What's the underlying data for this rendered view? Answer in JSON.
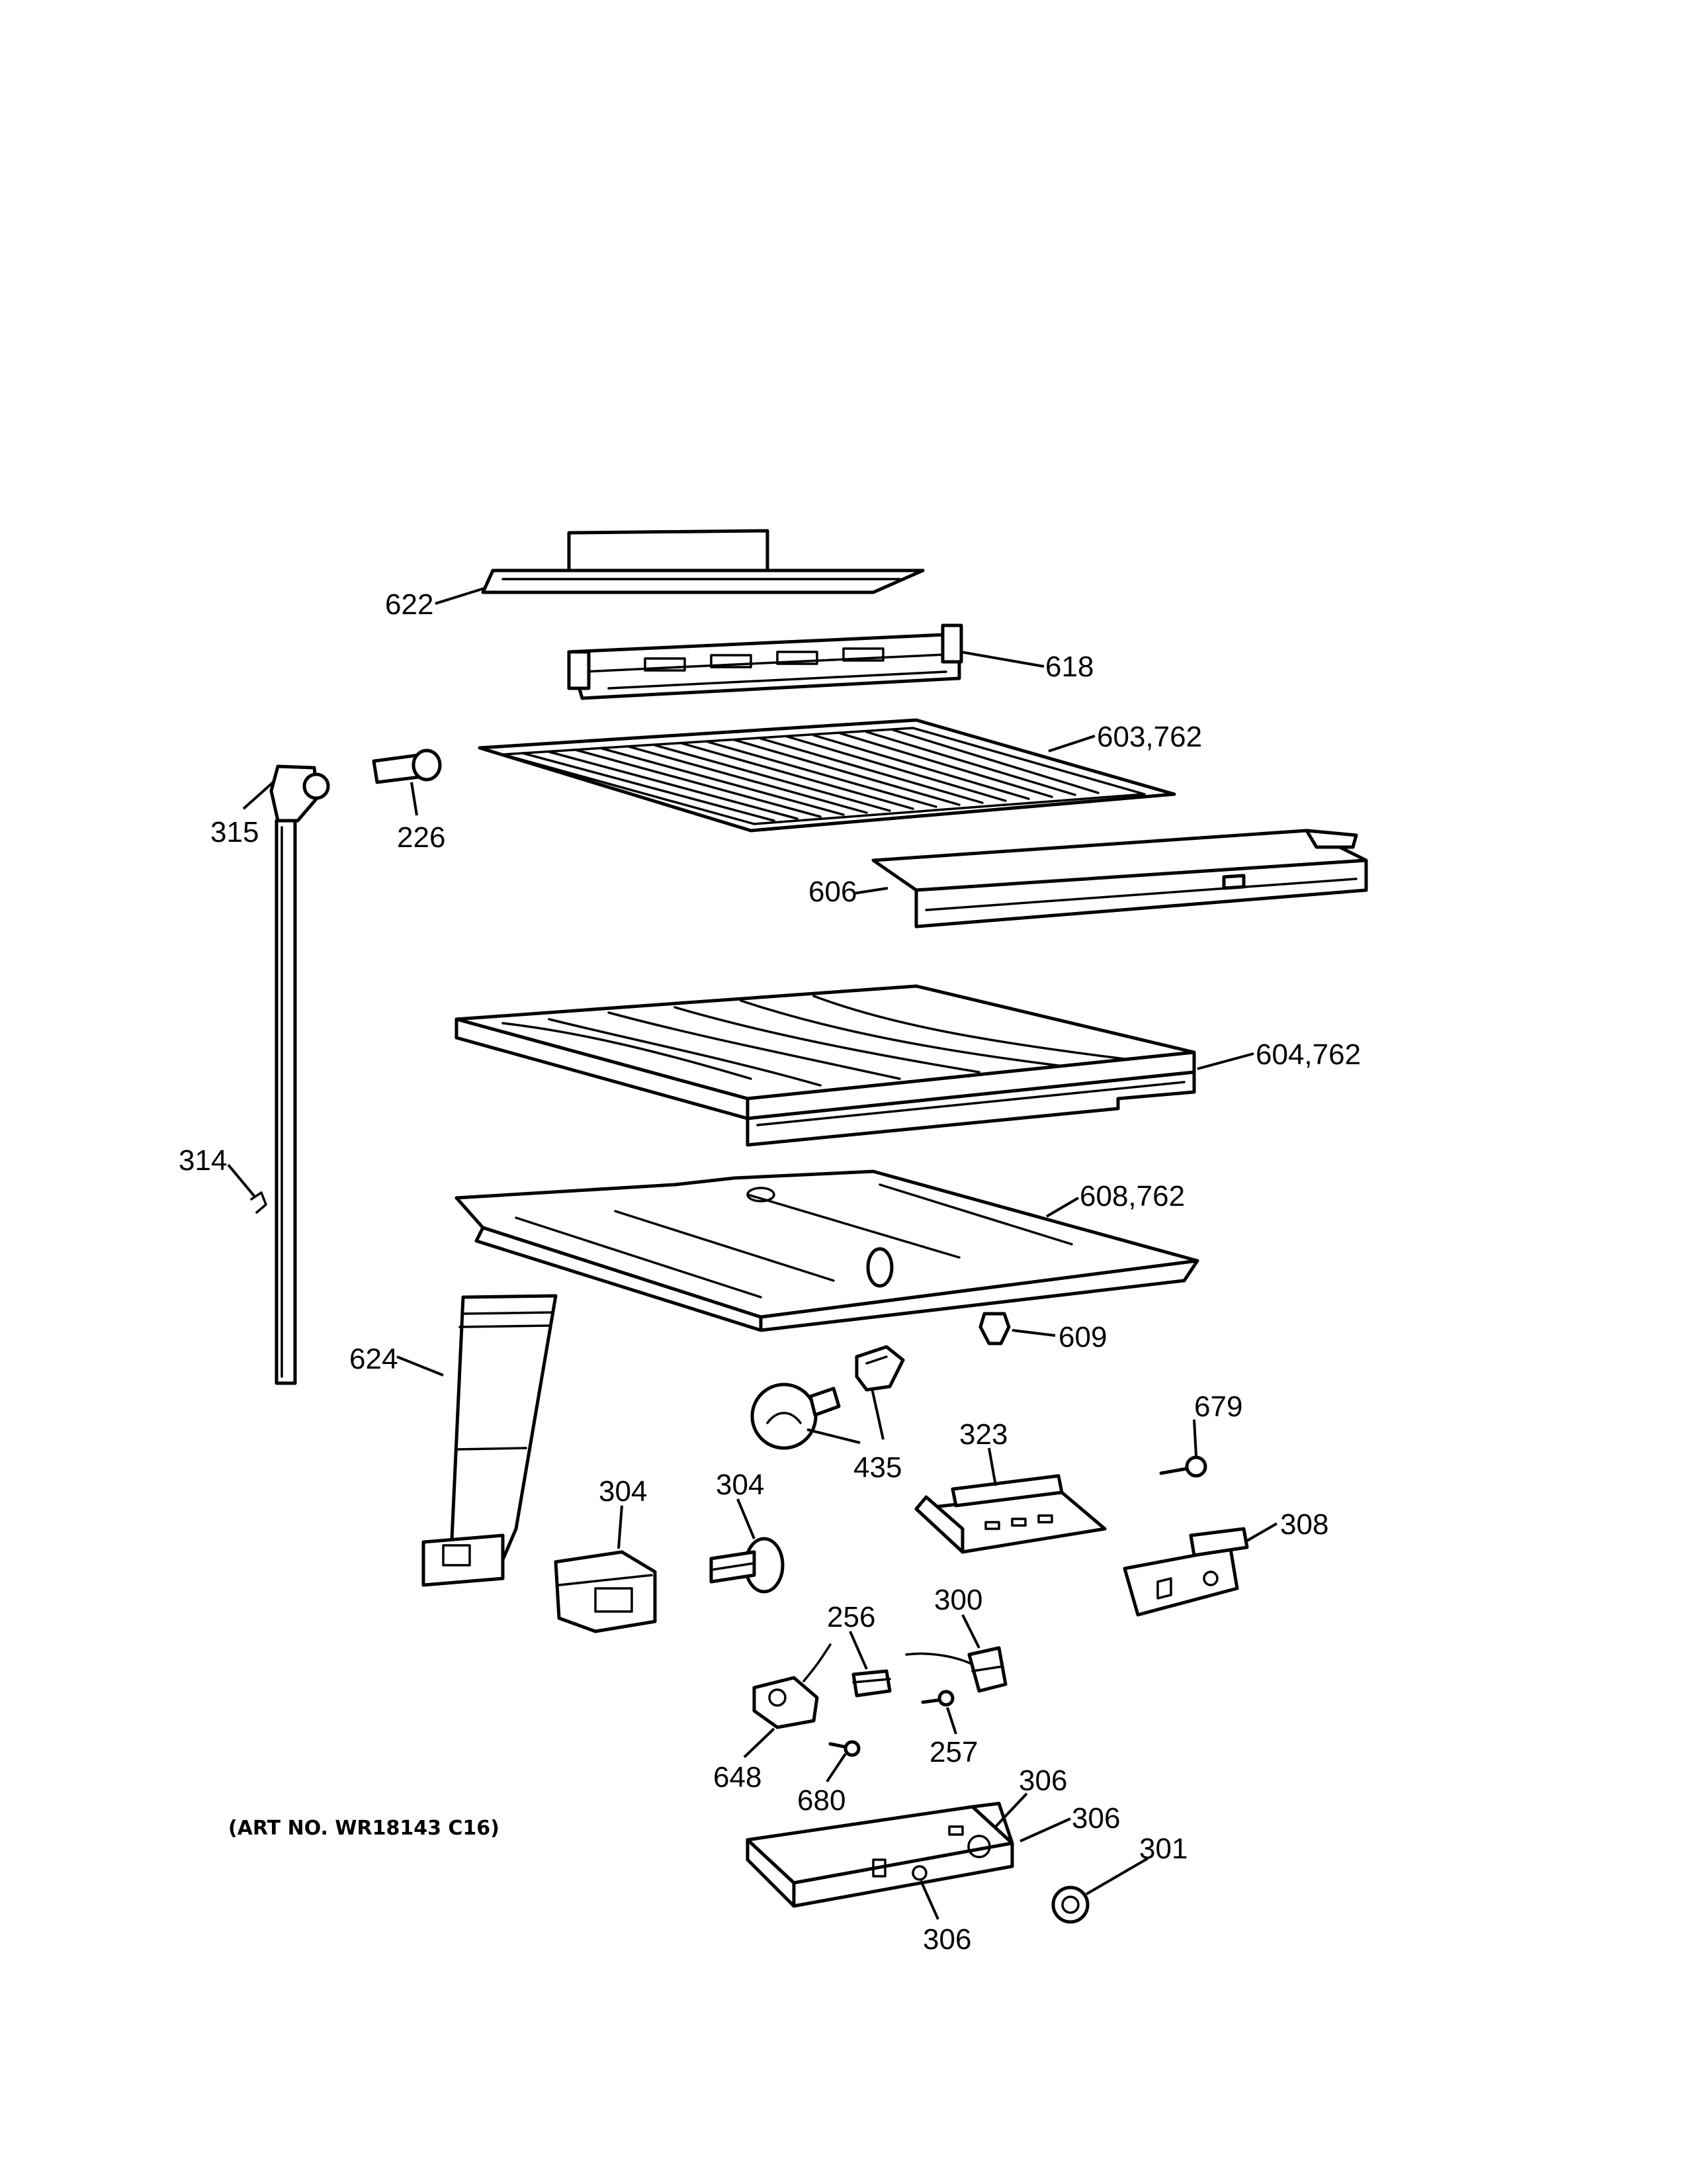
{
  "art_number": "(ART NO. WR18143 C16)",
  "callouts": [
    {
      "id": "622",
      "text": "622"
    },
    {
      "id": "618",
      "text": "618"
    },
    {
      "id": "603-762",
      "text": "603,762"
    },
    {
      "id": "315",
      "text": "315"
    },
    {
      "id": "226",
      "text": "226"
    },
    {
      "id": "606",
      "text": "606"
    },
    {
      "id": "604-762",
      "text": "604,762"
    },
    {
      "id": "314",
      "text": "314"
    },
    {
      "id": "608-762",
      "text": "608,762"
    },
    {
      "id": "609",
      "text": "609"
    },
    {
      "id": "624",
      "text": "624"
    },
    {
      "id": "679",
      "text": "679"
    },
    {
      "id": "435",
      "text": "435"
    },
    {
      "id": "323",
      "text": "323"
    },
    {
      "id": "304-a",
      "text": "304"
    },
    {
      "id": "304-b",
      "text": "304"
    },
    {
      "id": "308",
      "text": "308"
    },
    {
      "id": "256",
      "text": "256"
    },
    {
      "id": "300",
      "text": "300"
    },
    {
      "id": "257",
      "text": "257"
    },
    {
      "id": "648",
      "text": "648"
    },
    {
      "id": "680",
      "text": "680"
    },
    {
      "id": "306-a",
      "text": "306"
    },
    {
      "id": "306-b",
      "text": "306"
    },
    {
      "id": "301",
      "text": "301"
    },
    {
      "id": "306-c",
      "text": "306"
    }
  ]
}
